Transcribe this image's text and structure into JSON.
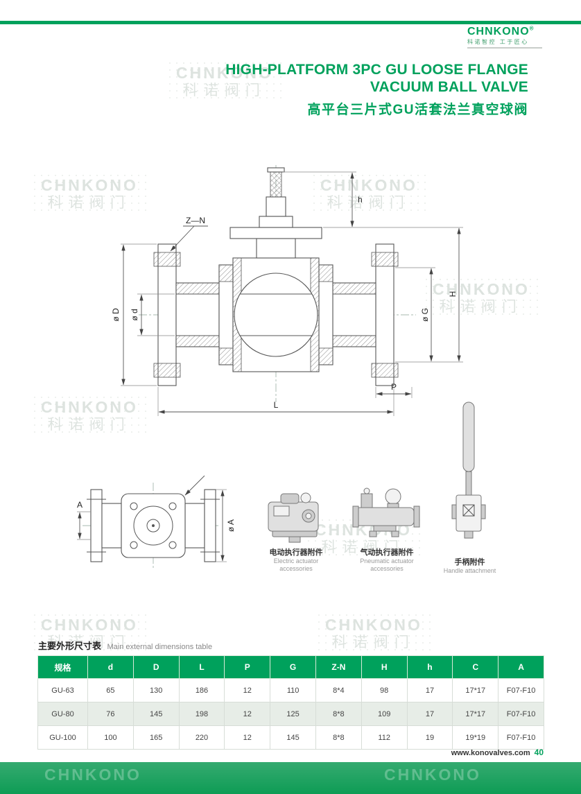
{
  "brand": {
    "logo_text": "CHNKONO",
    "logo_reg": "®",
    "logo_subtitle": "科诺智控 工于匠心"
  },
  "title": {
    "en_line1": "HIGH-PLATFORM 3PC GU LOOSE FLANGE",
    "en_line2": "VACUUM BALL VALVE",
    "zh": "高平台三片式GU活套法兰真空球阀"
  },
  "watermark": {
    "line1": "CHNKONO",
    "line2": "科诺阀门"
  },
  "drawing": {
    "dims": {
      "zn": "Z—N",
      "h_small": "h",
      "H_big": "H",
      "dia_D": "ø D",
      "dia_d": "ø d",
      "dia_G": "ø G",
      "L": "L",
      "P": "P",
      "A": "A",
      "dia_A": "ø A"
    }
  },
  "accessories": [
    {
      "label_zh": "电动执行器附件",
      "label_en_1": "Electric actuator",
      "label_en_2": "accessories"
    },
    {
      "label_zh": "气动执行器附件",
      "label_en_1": "Pneumatic actuator",
      "label_en_2": "accessories"
    },
    {
      "label_zh": "手柄附件",
      "label_en_1": "Handle attachment",
      "label_en_2": ""
    }
  ],
  "table": {
    "title_zh": "主要外形尺寸表",
    "title_en": "Main external dimensions table",
    "headers": [
      "规格",
      "d",
      "D",
      "L",
      "P",
      "G",
      "Z-N",
      "H",
      "h",
      "C",
      "A"
    ],
    "rows": [
      [
        "GU-63",
        "65",
        "130",
        "186",
        "12",
        "110",
        "8*4",
        "98",
        "17",
        "17*17",
        "F07-F10"
      ],
      [
        "GU-80",
        "76",
        "145",
        "198",
        "12",
        "125",
        "8*8",
        "109",
        "17",
        "17*17",
        "F07-F10"
      ],
      [
        "GU-100",
        "100",
        "165",
        "220",
        "12",
        "145",
        "8*8",
        "112",
        "19",
        "19*19",
        "F07-F10"
      ]
    ]
  },
  "footer": {
    "website": "www.konovalves.com",
    "page_number": "40"
  },
  "colors": {
    "green": "#00A15C"
  }
}
